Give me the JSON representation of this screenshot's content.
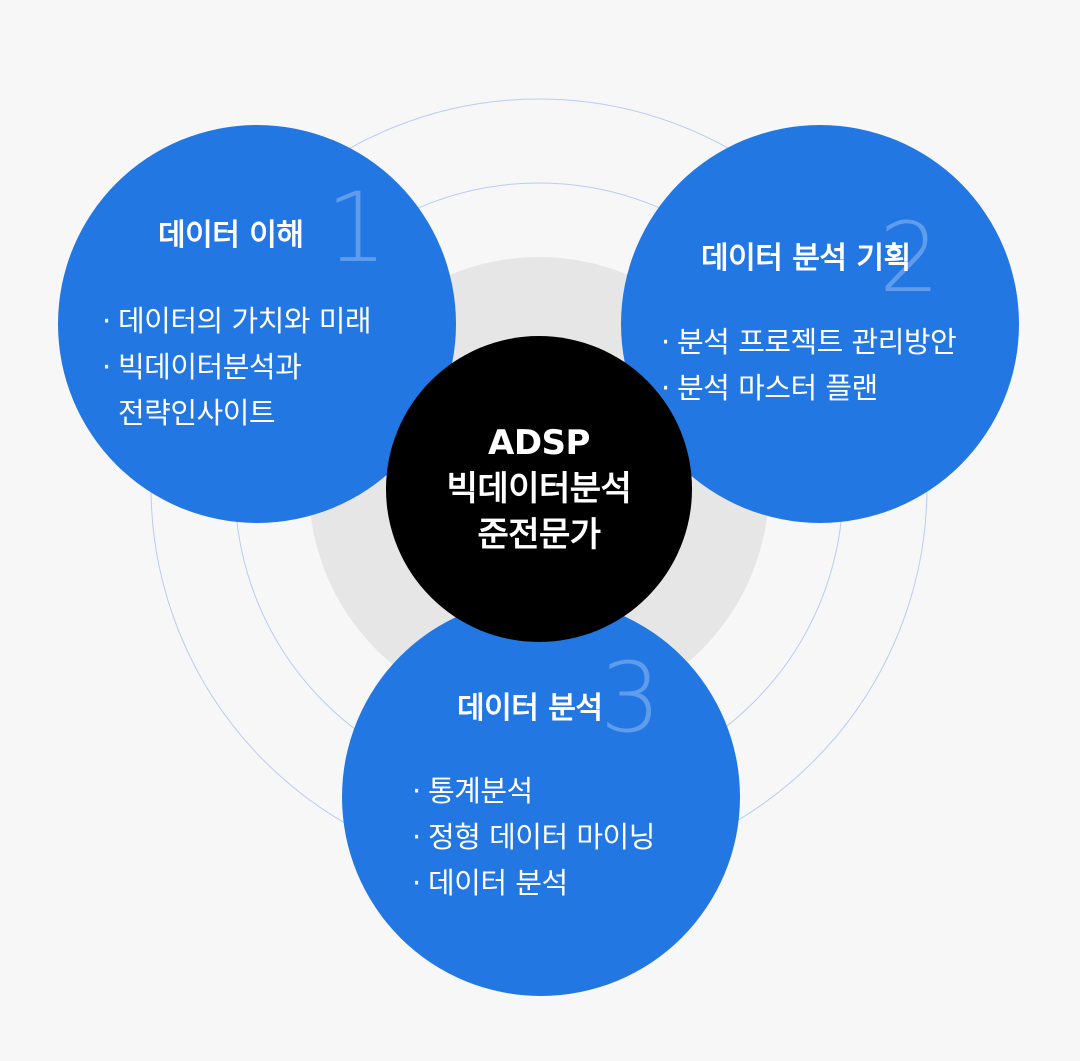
{
  "center": {
    "lines": [
      "ADSP",
      "빅데이터분석",
      "준전문가"
    ]
  },
  "circles": [
    {
      "number": "1",
      "title": "데이터 이해",
      "items": [
        "데이터의 가치와 미래",
        "빅데이터분석과",
        "전략인사이트"
      ]
    },
    {
      "number": "2",
      "title": "데이터 분석 기획",
      "items": [
        "분석 프로젝트 관리방안",
        "분석 마스터 플랜"
      ]
    },
    {
      "number": "3",
      "title": "데이터 분석",
      "items": [
        "통계분석",
        "정형 데이터 마이닝",
        "데이터 분석"
      ]
    }
  ],
  "bullet_char": "·",
  "colors": {
    "background": "#f7f7f7",
    "circle": "#2277e3",
    "center": "#000000",
    "ring": "#b9cdf0",
    "halo": "#e6e6e6"
  }
}
